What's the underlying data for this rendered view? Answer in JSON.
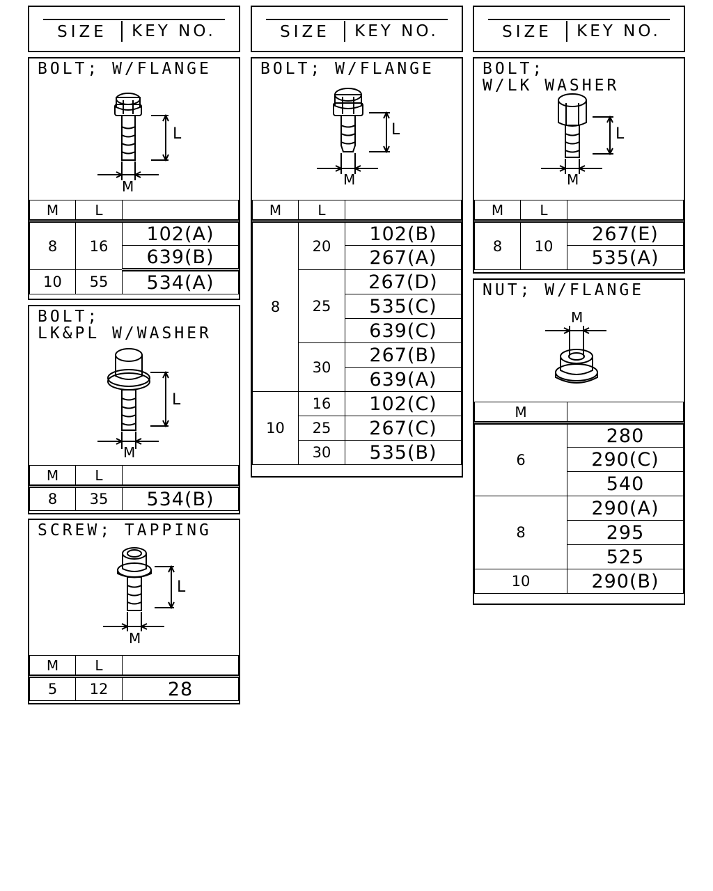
{
  "header": {
    "size_label": "SIZE",
    "key_label": "KEY NO."
  },
  "columns": {
    "m": "M",
    "l": "L"
  },
  "dims": {
    "m": "M",
    "l": "L"
  },
  "panels": {
    "bolt_flange_1": {
      "title": "BOLT; W/FLANGE",
      "rows": [
        {
          "m": "8",
          "l": "16",
          "keys": [
            "102(A)",
            "639(B)"
          ]
        },
        {
          "m": "10",
          "l": "55",
          "keys": [
            "534(A)"
          ]
        }
      ]
    },
    "bolt_lkpl": {
      "title_line1": "BOLT;",
      "title_line2": "LK&PL W/WASHER",
      "rows": [
        {
          "m": "8",
          "l": "35",
          "keys": [
            "534(B)"
          ]
        }
      ]
    },
    "screw_tapping": {
      "title": "SCREW; TAPPING",
      "rows": [
        {
          "m": "5",
          "l": "12",
          "keys": [
            "28"
          ]
        }
      ]
    },
    "bolt_flange_2": {
      "title": "BOLT; W/FLANGE",
      "groups": [
        {
          "m": "8",
          "sub": [
            {
              "l": "20",
              "keys": [
                "102(B)",
                "267(A)"
              ]
            },
            {
              "l": "25",
              "keys": [
                "267(D)",
                "535(C)",
                "639(C)"
              ]
            },
            {
              "l": "30",
              "keys": [
                "267(B)",
                "639(A)"
              ]
            }
          ]
        },
        {
          "m": "10",
          "sub": [
            {
              "l": "16",
              "keys": [
                "102(C)"
              ]
            },
            {
              "l": "25",
              "keys": [
                "267(C)"
              ]
            },
            {
              "l": "30",
              "keys": [
                "535(B)"
              ]
            }
          ]
        }
      ]
    },
    "bolt_lkwasher": {
      "title_line1": "BOLT;",
      "title_line2": "W/LK WASHER",
      "rows": [
        {
          "m": "8",
          "l": "10",
          "keys": [
            "267(E)",
            "535(A)"
          ]
        }
      ]
    },
    "nut_flange": {
      "title": "NUT; W/FLANGE",
      "groups": [
        {
          "m": "6",
          "keys": [
            "280",
            "290(C)",
            "540"
          ]
        },
        {
          "m": "8",
          "keys": [
            "290(A)",
            "295",
            "525"
          ]
        },
        {
          "m": "10",
          "keys": [
            "290(B)"
          ]
        }
      ]
    }
  }
}
